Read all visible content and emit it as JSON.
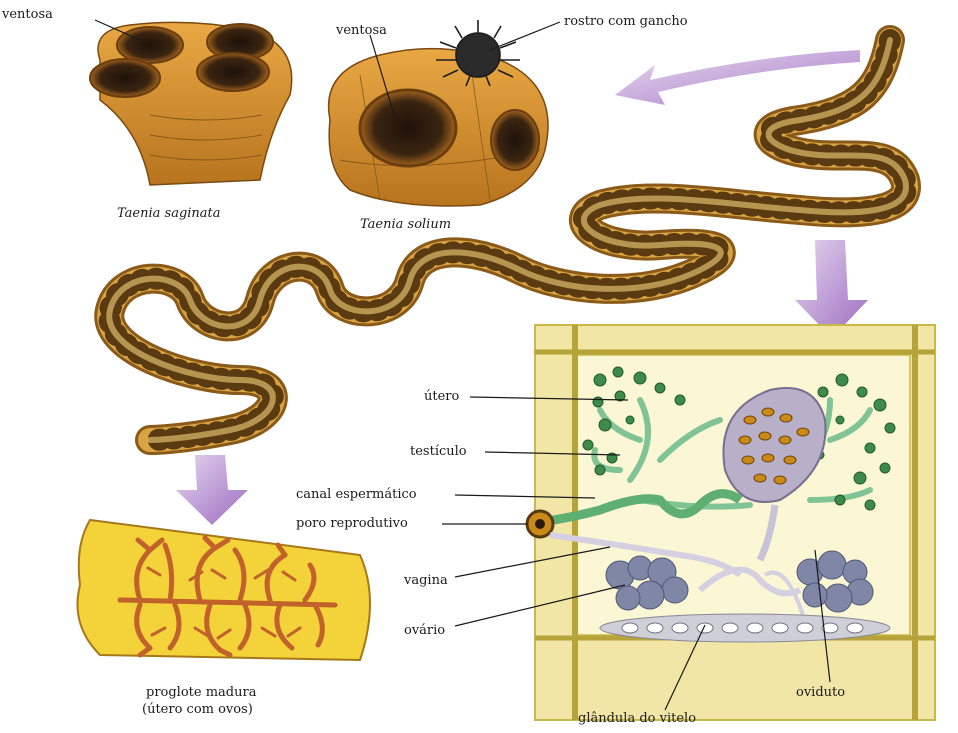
{
  "labels": {
    "ventosa_1": "ventosa",
    "ventosa_2": "ventosa",
    "rostro": "rostro com gancho",
    "saginata": "Taenia saginata",
    "solium": "Taenia solium",
    "utero": "útero",
    "testiculo": "testículo",
    "canal": "canal espermático",
    "poro": "poro reprodutivo",
    "vagina": "vagina",
    "ovario": "ovário",
    "oviduto": "oviduto",
    "glandula": "glândula do vitelo",
    "proglote_line1": "proglote madura",
    "proglote_line2": "(útero com ovos)"
  },
  "colors": {
    "worm_body": "#d9a441",
    "worm_dark": "#8a5a1a",
    "sucker": "#3a2410",
    "arrow": "#b08ac8",
    "segment_fill": "#f6efb0",
    "segment_border": "#c9b84a",
    "testis": "#4f9a5a",
    "ovary": "#7f86a6",
    "uterus_mature": "#c0622a",
    "proglote_fill": "#f3d23a"
  }
}
